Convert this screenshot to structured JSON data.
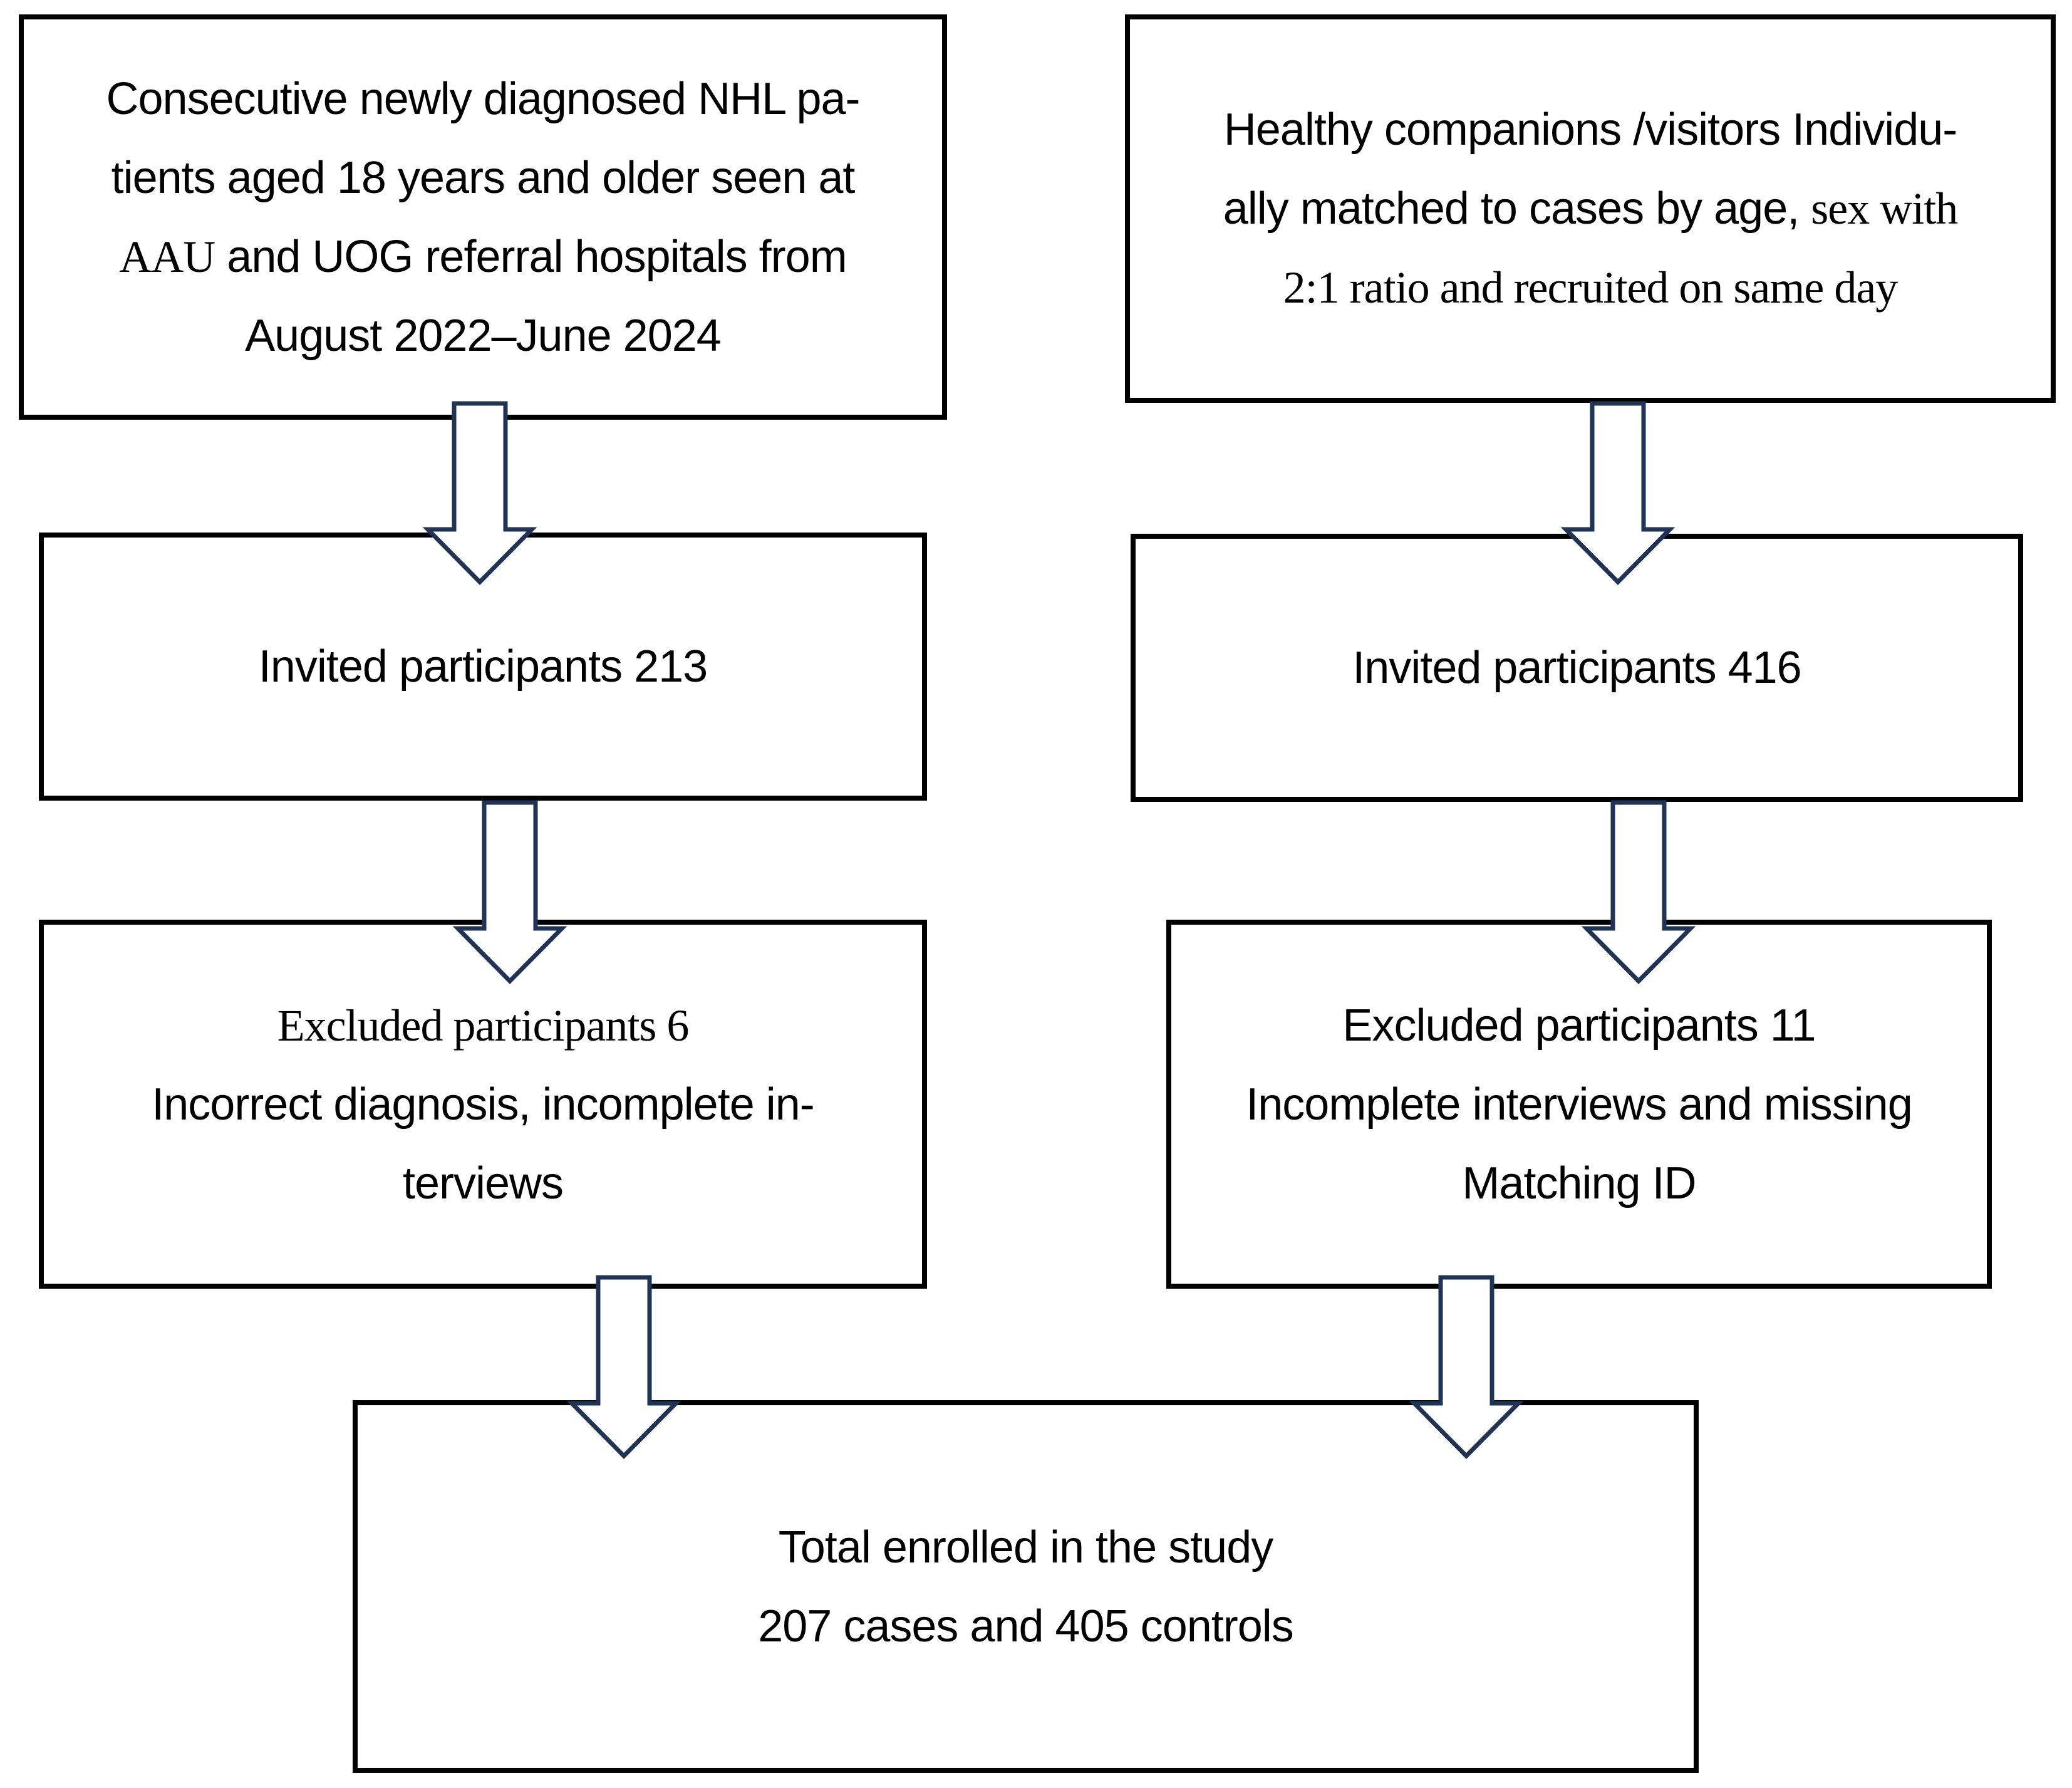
{
  "colors": {
    "background": "#ffffff",
    "box_border": "#000000",
    "text": "#000000",
    "arrow_outline": "#1f3454",
    "arrow_fill": "#ffffff"
  },
  "boxes": {
    "b1l": {
      "l1": "Consecutive newly diagnosed NHL pa-",
      "l2": "tients aged 18 years and older seen at",
      "l3a": "AAU",
      "l3b": " and UOG referral hospitals from",
      "l4": "August 2022–June 2024"
    },
    "b1r": {
      "l1": "Healthy companions /visitors Individu-",
      "l2a": "ally matched to cases by age, ",
      "l2b": "sex with",
      "l3": "2:1 ratio and recruited on same day"
    },
    "b2l": {
      "l1": "Invited participants 213"
    },
    "b2r": {
      "l1": "Invited participants 416"
    },
    "b3l": {
      "l1": "Excluded participants 6",
      "l2": "Incorrect diagnosis, incomplete in-",
      "l3": "terviews"
    },
    "b3r": {
      "l1": "Excluded participants 11",
      "l2": "Incomplete interviews and missing",
      "l3": "Matching ID"
    },
    "bb": {
      "l1": "Total enrolled in the study",
      "l2": "207 cases and 405 controls"
    }
  }
}
